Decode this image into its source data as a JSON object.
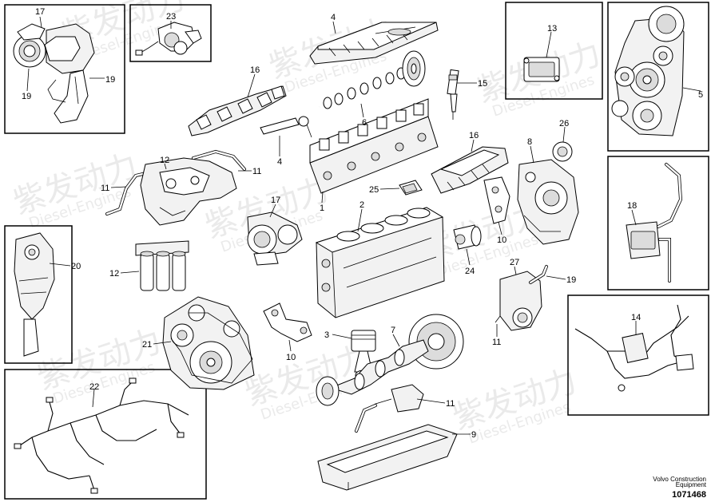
{
  "watermark": {
    "brand": "紫发动力",
    "sub": "Diesel-Engines"
  },
  "callouts": [
    {
      "id": "c17a",
      "text": "17"
    },
    {
      "id": "c19a",
      "text": "19"
    },
    {
      "id": "c19b",
      "text": "19"
    },
    {
      "id": "c23",
      "text": "23"
    },
    {
      "id": "c4a",
      "text": "4"
    },
    {
      "id": "c13",
      "text": "13"
    },
    {
      "id": "c5",
      "text": "5"
    },
    {
      "id": "c16a",
      "text": "16"
    },
    {
      "id": "c15",
      "text": "15"
    },
    {
      "id": "c6",
      "text": "6"
    },
    {
      "id": "c4b",
      "text": "4"
    },
    {
      "id": "c12a",
      "text": "12"
    },
    {
      "id": "c11a",
      "text": "11"
    },
    {
      "id": "c11b",
      "text": "11"
    },
    {
      "id": "c1",
      "text": "1"
    },
    {
      "id": "c16b",
      "text": "16"
    },
    {
      "id": "c26",
      "text": "26"
    },
    {
      "id": "c8",
      "text": "8"
    },
    {
      "id": "c25",
      "text": "25"
    },
    {
      "id": "c17b",
      "text": "17"
    },
    {
      "id": "c2",
      "text": "2"
    },
    {
      "id": "c18",
      "text": "18"
    },
    {
      "id": "c20",
      "text": "20"
    },
    {
      "id": "c12b",
      "text": "12"
    },
    {
      "id": "c24",
      "text": "24"
    },
    {
      "id": "c10a",
      "text": "10"
    },
    {
      "id": "c27",
      "text": "27"
    },
    {
      "id": "c19c",
      "text": "19"
    },
    {
      "id": "c21",
      "text": "21"
    },
    {
      "id": "c3",
      "text": "3"
    },
    {
      "id": "c7",
      "text": "7"
    },
    {
      "id": "c10b",
      "text": "10"
    },
    {
      "id": "c11c",
      "text": "11"
    },
    {
      "id": "c14",
      "text": "14"
    },
    {
      "id": "c22",
      "text": "22"
    },
    {
      "id": "c11d",
      "text": "11"
    },
    {
      "id": "c9",
      "text": "9"
    }
  ],
  "footer": {
    "brand": "Volvo Construction",
    "subtitle": "Equipment",
    "doc_id": "1071468"
  }
}
